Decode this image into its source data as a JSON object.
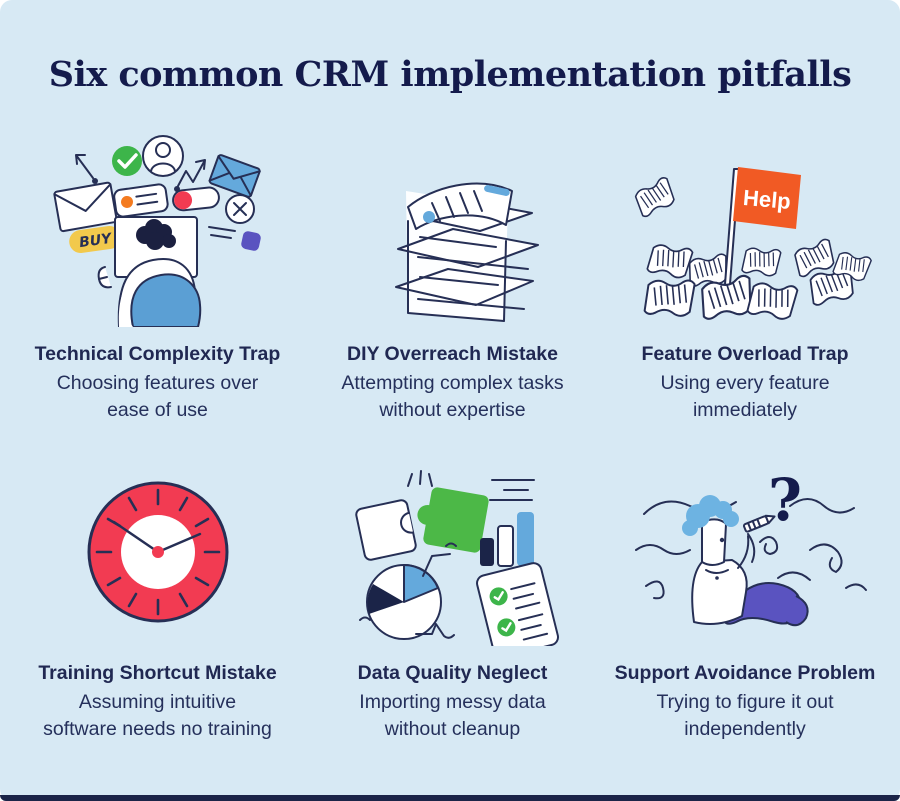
{
  "page": {
    "title": "Six common CRM implementation pitfalls"
  },
  "colors": {
    "background": "#d7e9f4",
    "footer_bar": "#1b2448",
    "title_text": "#141b4c",
    "caption_text": "#25305b",
    "outline_navy": "#262f55",
    "red": "#f23b52",
    "orange_dot": "#f47b20",
    "flag_orange": "#f15a24",
    "green": "#3db54a",
    "puzzle_green": "#4cb847",
    "blue": "#64a9dc",
    "person_blue": "#5b9fd4",
    "yellow": "#f2c94c",
    "purple": "#5a53c0",
    "white": "#ffffff"
  },
  "cards": [
    {
      "title": "Technical Complexity Trap",
      "description": "Choosing features over\nease of use",
      "illustration": "person-at-computer"
    },
    {
      "title": "DIY Overreach Mistake",
      "description": "Attempting complex tasks\nwithout expertise",
      "illustration": "stack-of-papers"
    },
    {
      "title": "Feature Overload Trap",
      "description": "Using every feature\nimmediately",
      "illustration": "help-flag-in-papers"
    },
    {
      "title": "Training Shortcut Mistake",
      "description": "Assuming intuitive\nsoftware needs no training",
      "illustration": "red-clock"
    },
    {
      "title": "Data Quality Neglect",
      "description": "Importing messy data\nwithout cleanup",
      "illustration": "puzzle-and-charts"
    },
    {
      "title": "Support Avoidance Problem",
      "description": "Trying to figure it out\nindependently",
      "illustration": "confused-person"
    }
  ],
  "illustrations": {
    "help_flag_text": "Help",
    "buy_tag_text": "BUY",
    "question_mark": "?"
  }
}
